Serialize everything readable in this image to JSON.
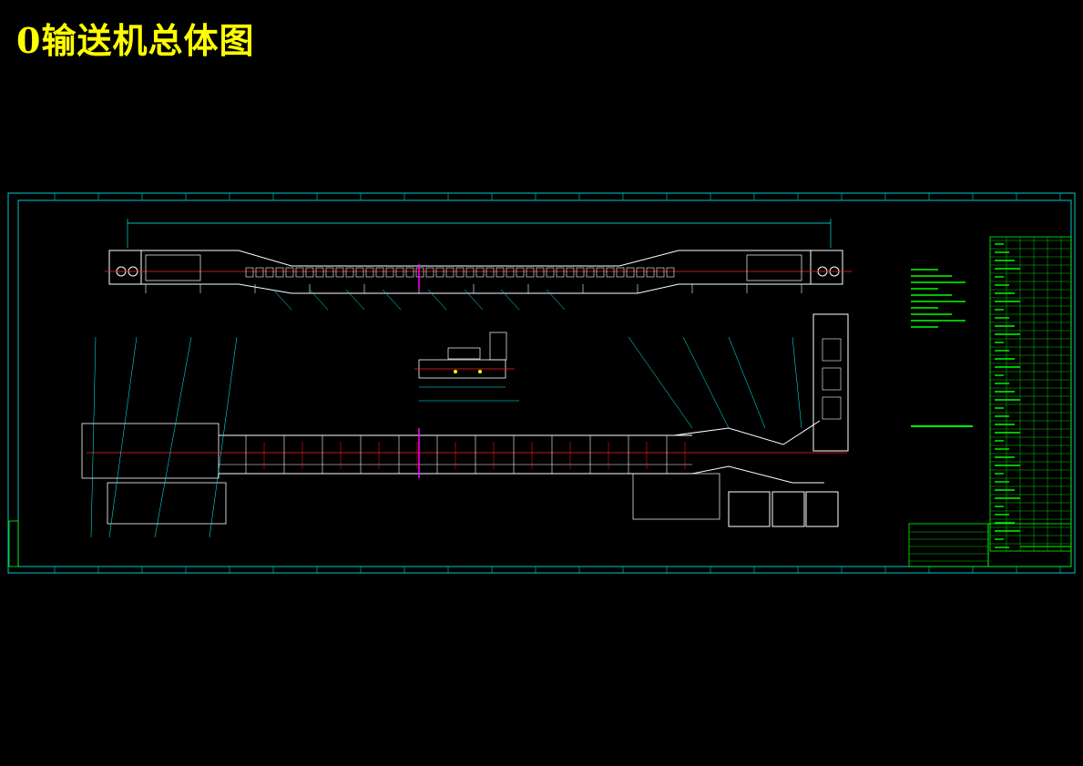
{
  "header": {
    "title": "0输送机总体图"
  },
  "colors": {
    "background": "#000000",
    "title": "#ffff00",
    "frame": "#00c8c8",
    "structure": "#ffffff",
    "centerline": "#ff2020",
    "dimension": "#00ffff",
    "table": "#00ff00",
    "highlight": "#ff00ff"
  },
  "drawing": {
    "views": [
      "top-elevation-view",
      "plan-view",
      "detail-view",
      "side-section-view"
    ],
    "parts_table_rows": 38,
    "title_block": true
  }
}
